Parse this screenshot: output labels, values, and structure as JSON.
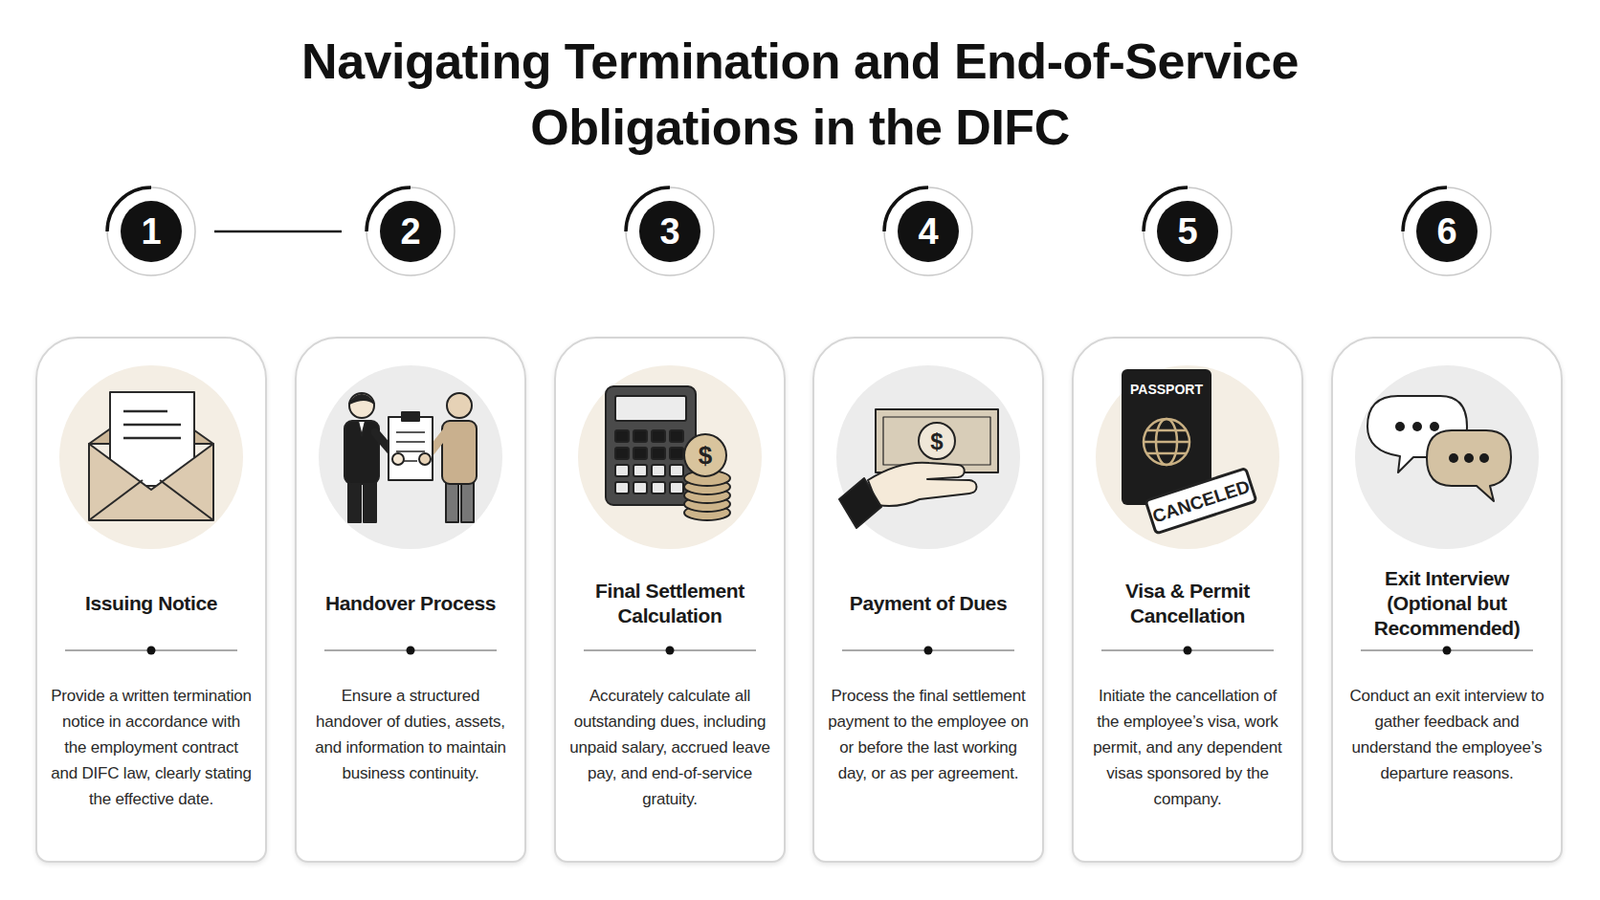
{
  "diagram": {
    "title": "Navigating Termination and End-of-Service Obligations in the DIFC",
    "nodes": [
      {
        "text": [
          "1"
        ]
      },
      {
        "text": [
          "2"
        ]
      },
      {
        "text": [
          "3"
        ]
      },
      {
        "text": [
          "4"
        ]
      },
      {
        "text": [
          "5"
        ]
      },
      {
        "text": [
          "6"
        ]
      },
      {
        "text": [
          "Issuing Notice",
          "Provide a written termination notice in accordance with the employment contract and DIFC law, clearly stating the effective date."
        ]
      },
      {
        "text": [
          "Handover Process",
          "Ensure a structured handover of duties, assets, and information to maintain business continuity."
        ]
      },
      {
        "text": [
          "Final Settlement Calculation",
          "Accurately calculate all outstanding dues, including unpaid salary, accrued leave pay, and end-of-service gratuity."
        ]
      },
      {
        "text": [
          "Payment of Dues",
          "Process the final settlement payment to the employee on or before the last working day, or as per agreement."
        ]
      },
      {
        "text": [
          "Visa & Permit Cancellation",
          "Initiate the cancellation of the employee’s visa, work permit, and any dependent visas sponsored by the company."
        ]
      },
      {
        "text": [
          "Exit Interview (Optional but Recommended)",
          "Conduct an exit interview to gather feedback and understand the employee’s departure reasons."
        ]
      }
    ],
    "edges": [
      {
        "from": 0,
        "to": 1,
        "arrow": "to"
      },
      {
        "from": 1,
        "to": 2,
        "arrow": "to"
      },
      {
        "from": 2,
        "to": 3,
        "arrow": "to"
      },
      {
        "from": 3,
        "to": 4,
        "arrow": "to"
      },
      {
        "from": 4,
        "to": 5,
        "arrow": "to"
      },
      {
        "from": 0,
        "to": 6,
        "arrow": "none"
      },
      {
        "from": 1,
        "to": 7,
        "arrow": "none"
      },
      {
        "from": 2,
        "to": 8,
        "arrow": "none"
      },
      {
        "from": 3,
        "to": 9,
        "arrow": "none"
      },
      {
        "from": 4,
        "to": 10,
        "arrow": "none"
      },
      {
        "from": 5,
        "to": 11,
        "arrow": "none"
      }
    ],
    "labels": [
      "$",
      "$",
      "PASSPORT",
      "CANCELED"
    ]
  }
}
